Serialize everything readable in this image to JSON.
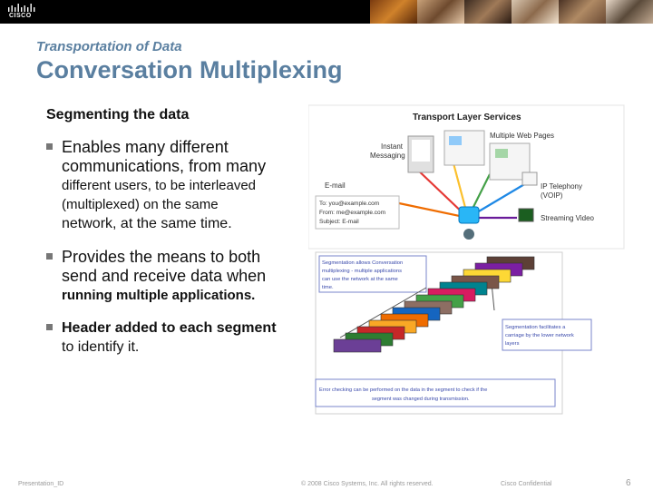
{
  "header": {
    "logo_text": "CISCO"
  },
  "slide": {
    "section": "Transportation of Data",
    "title": "Conversation Multiplexing",
    "subheading": "Segmenting the data",
    "bullet1": {
      "part_a": "Enables many different",
      "part_b": "communications, from many",
      "part_c": "different users, to be interleaved",
      "part_d": "(multiplexed) on the same",
      "part_e": "network, at the same time."
    },
    "bullet2": {
      "part_a": "Provides the means to both",
      "part_b": "send and receive data when",
      "part_c": "running multiple applications."
    },
    "bullet3": {
      "part_a": "Header added to each segment",
      "part_b": "to identify it."
    }
  },
  "diagram": {
    "title": "Transport Layer Services",
    "labels": {
      "instant_messaging_1": "Instant",
      "instant_messaging_2": "Messaging",
      "web_pages": "Multiple Web Pages",
      "email": "E-mail",
      "email_to": "To: you@example.com",
      "email_from": "From: me@example.com",
      "email_subject": "Subject: E-mail",
      "ip_telephony_1": "IP Telephony",
      "ip_telephony_2": "(VOIP)",
      "streaming_video": "Streaming Video"
    },
    "callout_segmentation_1": "Segmentation allows Conversation",
    "callout_segmentation_2": "multiplexing - multiple applications",
    "callout_segmentation_3": "can use the network at the same",
    "callout_segmentation_4": "time.",
    "callout_carriage_1": "Segmentation facilitates a",
    "callout_carriage_2": "carriage by the lower network",
    "callout_carriage_3": "layers",
    "callout_error_1": "Error checking can be performed on the data in the segment to check if the",
    "callout_error_2": "segment was changed during transmission.",
    "segment_colors": [
      "#6b3f96",
      "#2e7d32",
      "#c62828",
      "#f9a825",
      "#ef6c00",
      "#1565c0",
      "#8d6e63",
      "#43a047",
      "#d81b60",
      "#00838f",
      "#795548",
      "#fdd835",
      "#7b1fa2",
      "#5d4037"
    ]
  },
  "footer": {
    "presentation_id": "Presentation_ID",
    "copyright": "© 2008 Cisco Systems, Inc. All rights reserved.",
    "confidential": "Cisco Confidential",
    "page_number": "6"
  }
}
